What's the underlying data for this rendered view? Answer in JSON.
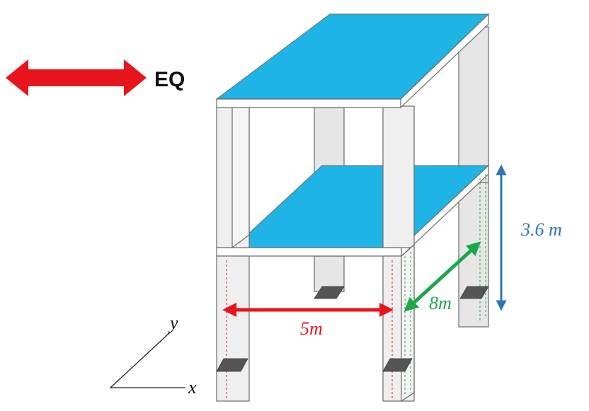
{
  "load": {
    "label": "EQ",
    "arrow_color": "#e8141b"
  },
  "dimensions": {
    "width": {
      "label": "5m",
      "color": "#e8141b"
    },
    "depth": {
      "label": "8m",
      "color": "#1aa84b"
    },
    "height": {
      "label": "3.6 m",
      "color": "#2e75b6"
    }
  },
  "axes": {
    "x": "x",
    "y": "y"
  },
  "colors": {
    "slab": "#1eb4e6",
    "column": "#ececec",
    "edge": "#555555",
    "base_plate": "#555555"
  }
}
